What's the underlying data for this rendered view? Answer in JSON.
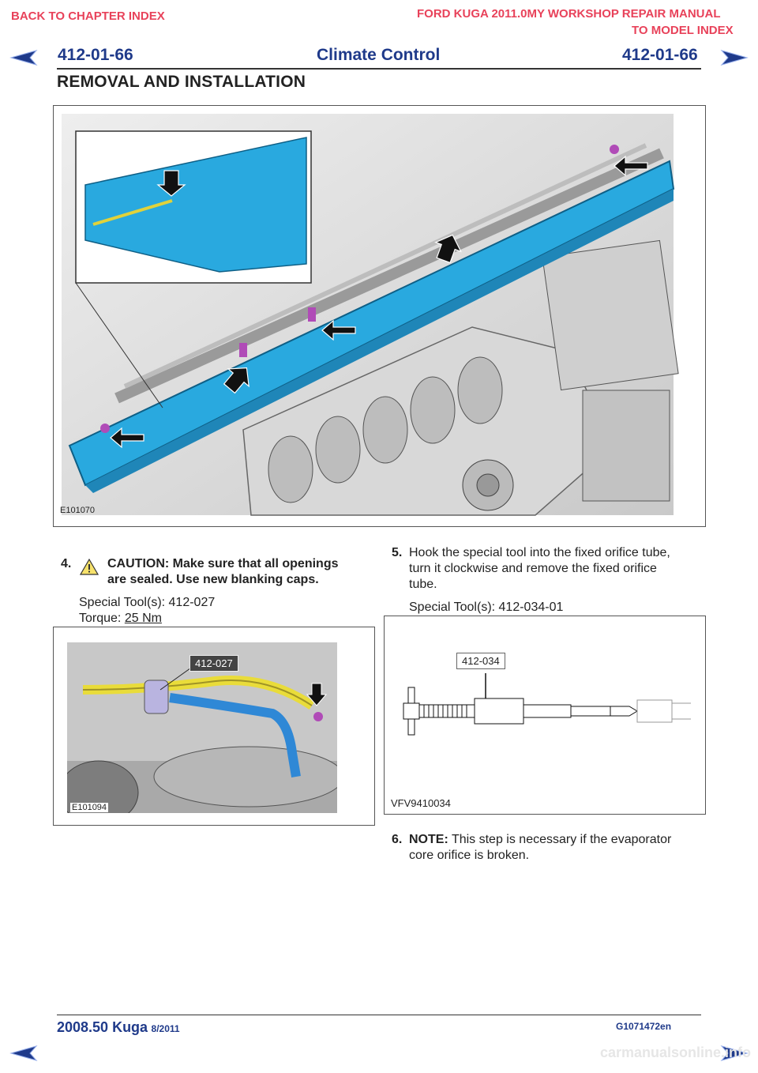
{
  "top": {
    "back_link": "BACK TO CHAPTER INDEX",
    "manual_title": "FORD KUGA 2011.0MY WORKSHOP REPAIR MANUAL",
    "model_link": "TO MODEL INDEX"
  },
  "header": {
    "code_left": "412-01-66",
    "title": "Climate Control",
    "code_right": "412-01-66",
    "section": "REMOVAL AND INSTALLATION"
  },
  "figures": {
    "main": {
      "code": "E101070"
    },
    "fig2": {
      "code": "E101094",
      "tool_tag": "412-027"
    },
    "fig3": {
      "code": "VFV9410034",
      "tool_tag": "412-034"
    }
  },
  "steps": {
    "s4": {
      "num": "4.",
      "caution_line1": "CAUTION: Make sure that all openings",
      "caution_line2": "are sealed. Use new blanking caps.",
      "tool": "Special Tool(s): 412-027",
      "torque_label": "Torque:",
      "torque_value": "25 Nm"
    },
    "s5": {
      "num": "5.",
      "line1": "Hook the special tool into the fixed orifice tube,",
      "line2": "turn it clockwise and remove the fixed orifice",
      "line3": "tube.",
      "tool": "Special Tool(s): 412-034-01"
    },
    "s6": {
      "num": "6.",
      "note_label": "NOTE:",
      "line1": "This step is necessary if the evaporator",
      "line2": "core orifice is broken."
    }
  },
  "footer": {
    "left": "2008.50 Kuga",
    "left_small": "8/2011",
    "right": "G1071472en",
    "watermark": "carmanualsonline.info"
  },
  "colors": {
    "accent_red": "#e8425a",
    "header_blue": "#1f3a8a",
    "part_blue": "#29a9df",
    "magenta_fastener": "#b04bb7"
  }
}
